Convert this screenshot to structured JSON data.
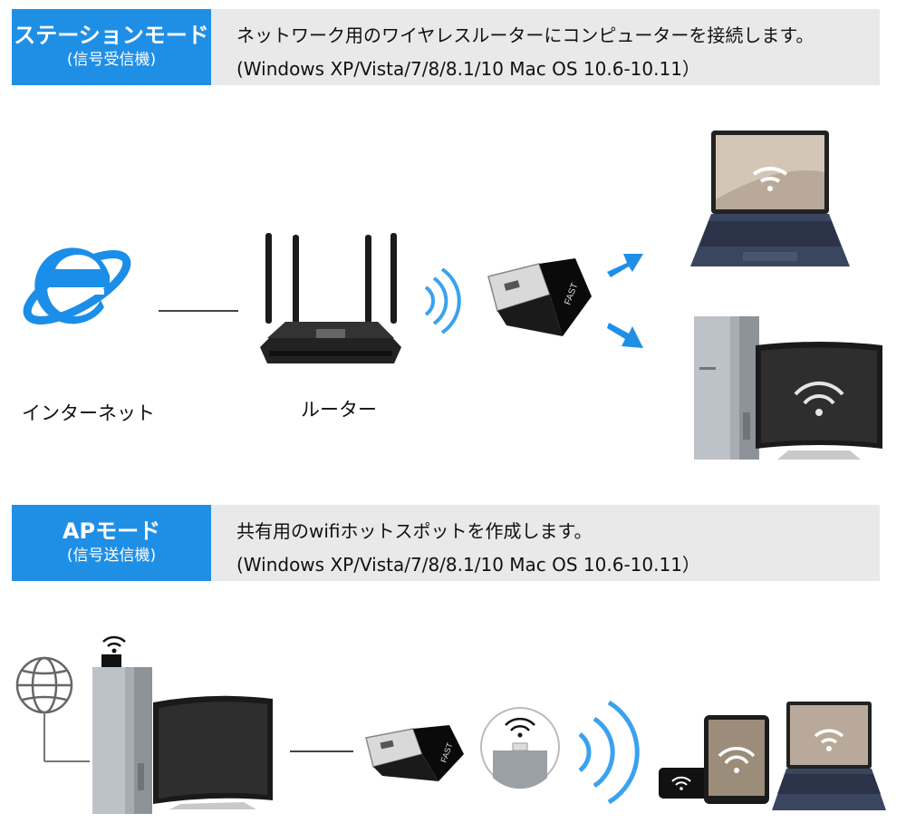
{
  "station_mode": {
    "title": "ステーションモード",
    "subtitle": "(信号受信機)",
    "description_line1": "ネットワーク用のワイヤレスルーターにコンピューターを接続します。",
    "description_line2": "(Windows XP/Vista/7/8/8.1/10 Mac OS 10.6-10.11）",
    "internet_label": "インターネット",
    "router_label": "ルーター"
  },
  "ap_mode": {
    "title": "APモード",
    "subtitle": "(信号送信機)",
    "description_line1": "共有用のwifiホットスポットを作成します。",
    "description_line2": "(Windows XP/Vista/7/8/8.1/10 Mac OS 10.6-10.11）"
  },
  "adapter_brand": "FAST",
  "colors": {
    "accent_blue": "#1f8fe6",
    "bar_gray": "#e9e9e9",
    "signal_blue": "#3aa2ee",
    "ie_blue": "#1a8ee8"
  },
  "icons": [
    "internet-explorer-icon",
    "router-icon",
    "wifi-signal-icon",
    "usb-adapter-icon",
    "arrow-icon",
    "laptop-icon",
    "desktop-pc-icon",
    "monitor-icon",
    "globe-icon",
    "tablet-icon",
    "phone-icon"
  ]
}
